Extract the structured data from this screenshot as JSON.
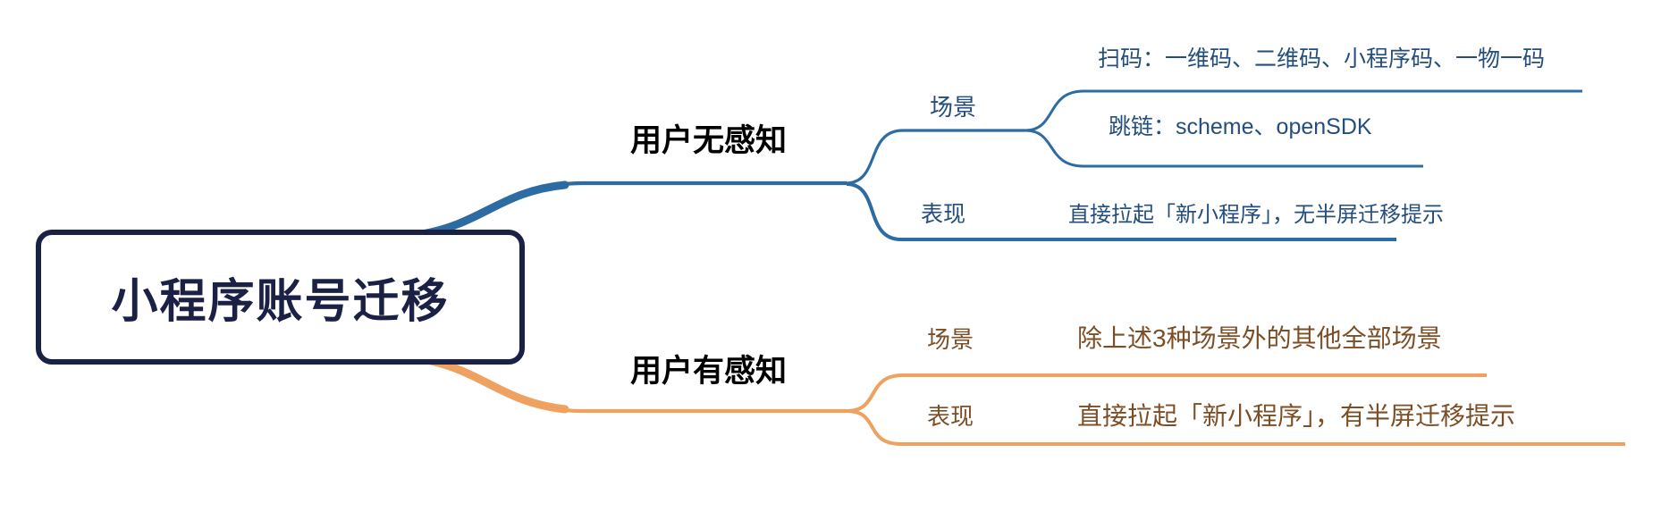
{
  "root": {
    "label": "小程序账号迁移"
  },
  "branches": [
    {
      "label": "用户无感知",
      "line_color": "#2d6ba3",
      "text_color": "#234e7d",
      "nodes": [
        {
          "label": "场景",
          "children": [
            "扫码：一维码、二维码、小程序码、一物一码",
            "跳链：scheme、openSDK"
          ]
        },
        {
          "label": "表现",
          "children": [
            "直接拉起「新小程序」，无半屏迁移提示"
          ]
        }
      ]
    },
    {
      "label": "用户有感知",
      "line_color": "#efa160",
      "text_color": "#7c4e26",
      "nodes": [
        {
          "label": "场景",
          "children": [
            "除上述3种场景外的其他全部场景"
          ]
        },
        {
          "label": "表现",
          "children": [
            "直接拉起「新小程序」，有半屏迁移提示"
          ]
        }
      ]
    }
  ],
  "palette": {
    "root_navy": "#1a2144",
    "branch_blue": "#2d6ba3",
    "text_blue": "#234e7d",
    "branch_orange": "#efa160",
    "text_orange": "#7c4e26",
    "label_black": "#000000",
    "background": "#ffffff"
  }
}
